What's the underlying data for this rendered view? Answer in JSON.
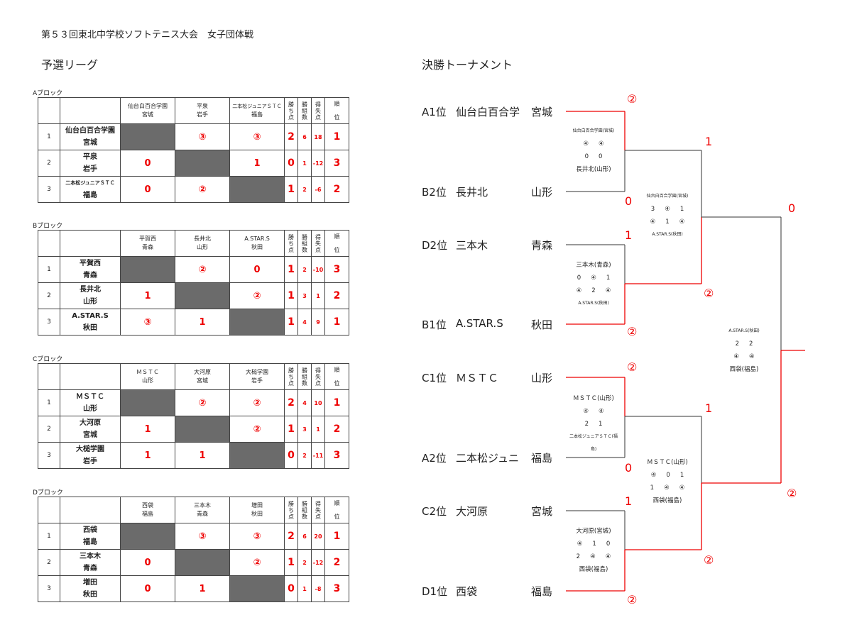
{
  "title": "第５３回東北中学校ソフトテニス大会　女子団体戦",
  "league_title": "予選リーグ",
  "tournament_title": "決勝トーナメント",
  "headers": {
    "wins": [
      "勝",
      "ち",
      "点"
    ],
    "sets": [
      "勝",
      "組",
      "数"
    ],
    "diff": [
      "得",
      "失",
      "点"
    ],
    "rank": [
      "順",
      "位"
    ]
  },
  "blocks": [
    {
      "label": "Aブロック",
      "opponents": [
        {
          "name": "仙台白百合学園",
          "pref": "宮城"
        },
        {
          "name": "平泉",
          "pref": "岩手"
        },
        {
          "name": "二本松ジュニアＳＴＣ",
          "pref": "福島"
        }
      ],
      "rows": [
        {
          "no": "1",
          "name": "仙台白百合学園",
          "pref": "宮城",
          "r": [
            "",
            "③",
            "③"
          ],
          "wins": "2",
          "sets": "6",
          "diff": "18",
          "rank": "1"
        },
        {
          "no": "2",
          "name": "平泉",
          "pref": "岩手",
          "r": [
            "0",
            "",
            "1"
          ],
          "wins": "0",
          "sets": "1",
          "diff": "-12",
          "rank": "3"
        },
        {
          "no": "3",
          "name": "二本松ジュニアＳＴＣ",
          "pref": "福島",
          "r": [
            "0",
            "②",
            ""
          ],
          "wins": "1",
          "sets": "2",
          "diff": "-6",
          "rank": "2"
        }
      ]
    },
    {
      "label": "Bブロック",
      "opponents": [
        {
          "name": "平賀西",
          "pref": "青森"
        },
        {
          "name": "長井北",
          "pref": "山形"
        },
        {
          "name": "A.STAR.S",
          "pref": "秋田"
        }
      ],
      "rows": [
        {
          "no": "1",
          "name": "平賀西",
          "pref": "青森",
          "r": [
            "",
            "②",
            "0"
          ],
          "wins": "1",
          "sets": "2",
          "diff": "-10",
          "rank": "3"
        },
        {
          "no": "2",
          "name": "長井北",
          "pref": "山形",
          "r": [
            "1",
            "",
            "②"
          ],
          "wins": "1",
          "sets": "3",
          "diff": "1",
          "rank": "2"
        },
        {
          "no": "3",
          "name": "A.STAR.S",
          "pref": "秋田",
          "r": [
            "③",
            "1",
            ""
          ],
          "wins": "1",
          "sets": "4",
          "diff": "9",
          "rank": "1"
        }
      ]
    },
    {
      "label": "Cブロック",
      "opponents": [
        {
          "name": "ＭＳＴＣ",
          "pref": "山形"
        },
        {
          "name": "大河原",
          "pref": "宮城"
        },
        {
          "name": "大槌学園",
          "pref": "岩手"
        }
      ],
      "rows": [
        {
          "no": "1",
          "name": "ＭＳＴＣ",
          "pref": "山形",
          "r": [
            "",
            "②",
            "②"
          ],
          "wins": "2",
          "sets": "4",
          "diff": "10",
          "rank": "1"
        },
        {
          "no": "2",
          "name": "大河原",
          "pref": "宮城",
          "r": [
            "1",
            "",
            "②"
          ],
          "wins": "1",
          "sets": "3",
          "diff": "1",
          "rank": "2"
        },
        {
          "no": "3",
          "name": "大槌学園",
          "pref": "岩手",
          "r": [
            "1",
            "1",
            ""
          ],
          "wins": "0",
          "sets": "2",
          "diff": "-11",
          "rank": "3"
        }
      ]
    },
    {
      "label": "Dブロック",
      "opponents": [
        {
          "name": "西袋",
          "pref": "福島"
        },
        {
          "name": "三本木",
          "pref": "青森"
        },
        {
          "name": "増田",
          "pref": "秋田"
        }
      ],
      "rows": [
        {
          "no": "1",
          "name": "西袋",
          "pref": "福島",
          "r": [
            "",
            "③",
            "③"
          ],
          "wins": "2",
          "sets": "6",
          "diff": "20",
          "rank": "1"
        },
        {
          "no": "2",
          "name": "三本木",
          "pref": "青森",
          "r": [
            "0",
            "",
            "②"
          ],
          "wins": "1",
          "sets": "2",
          "diff": "-12",
          "rank": "2"
        },
        {
          "no": "3",
          "name": "増田",
          "pref": "秋田",
          "r": [
            "0",
            "1",
            ""
          ],
          "wins": "0",
          "sets": "1",
          "diff": "-8",
          "rank": "3"
        }
      ]
    }
  ],
  "entries": [
    {
      "seed": "A1位",
      "name": "仙台白百合学",
      "pref": "宮城"
    },
    {
      "seed": "B2位",
      "name": "長井北",
      "pref": "山形"
    },
    {
      "seed": "D2位",
      "name": "三本木",
      "pref": "青森"
    },
    {
      "seed": "B1位",
      "name": "A.STAR.S",
      "pref": "秋田"
    },
    {
      "seed": "C1位",
      "name": "ＭＳＴＣ",
      "pref": "山形"
    },
    {
      "seed": "A2位",
      "name": "二本松ジュニ",
      "pref": "福島"
    },
    {
      "seed": "C2位",
      "name": "大河原",
      "pref": "宮城"
    },
    {
      "seed": "D1位",
      "name": "西袋",
      "pref": "福島"
    }
  ],
  "round_scores": {
    "r1": [
      "②",
      "0",
      "1",
      "②",
      "②",
      "0",
      "1",
      "②"
    ],
    "r2": [
      "1",
      "②",
      "1",
      "②"
    ],
    "r3": [
      "0",
      "②"
    ]
  },
  "details": [
    {
      "top": "仙台白百合学園(宮城)",
      "row1": [
        "④",
        "④"
      ],
      "row2": [
        "0",
        "0"
      ],
      "bottom": "長井北(山形)"
    },
    {
      "top": "三本木(青森)",
      "row1": [
        "0",
        "④",
        "1"
      ],
      "row2": [
        "④",
        "2",
        "④"
      ],
      "bottom": "A.STAR.S(秋田)"
    },
    {
      "top": "ＭＳＴＣ(山形)",
      "row1": [
        "④",
        "④"
      ],
      "row2": [
        "2",
        "1"
      ],
      "bottom": "二本松ジュニアＳＴＣ(福島)"
    },
    {
      "top": "大河原(宮城)",
      "row1": [
        "④",
        "1",
        "0"
      ],
      "row2": [
        "2",
        "④",
        "④"
      ],
      "bottom": "西袋(福島)"
    },
    {
      "top": "仙台白百合学園(宮城)",
      "row1": [
        "3",
        "④",
        "1"
      ],
      "row2": [
        "④",
        "1",
        "④"
      ],
      "bottom": "A.STAR.S(秋田)"
    },
    {
      "top": "ＭＳＴＣ(山形)",
      "row1": [
        "④",
        "0",
        "1"
      ],
      "row2": [
        "1",
        "④",
        "④"
      ],
      "bottom": "西袋(福島)"
    },
    {
      "top": "A.STAR.S(秋田)",
      "row1": [
        "2",
        "2"
      ],
      "row2": [
        "④",
        "④"
      ],
      "bottom": "西袋(福島)"
    }
  ]
}
